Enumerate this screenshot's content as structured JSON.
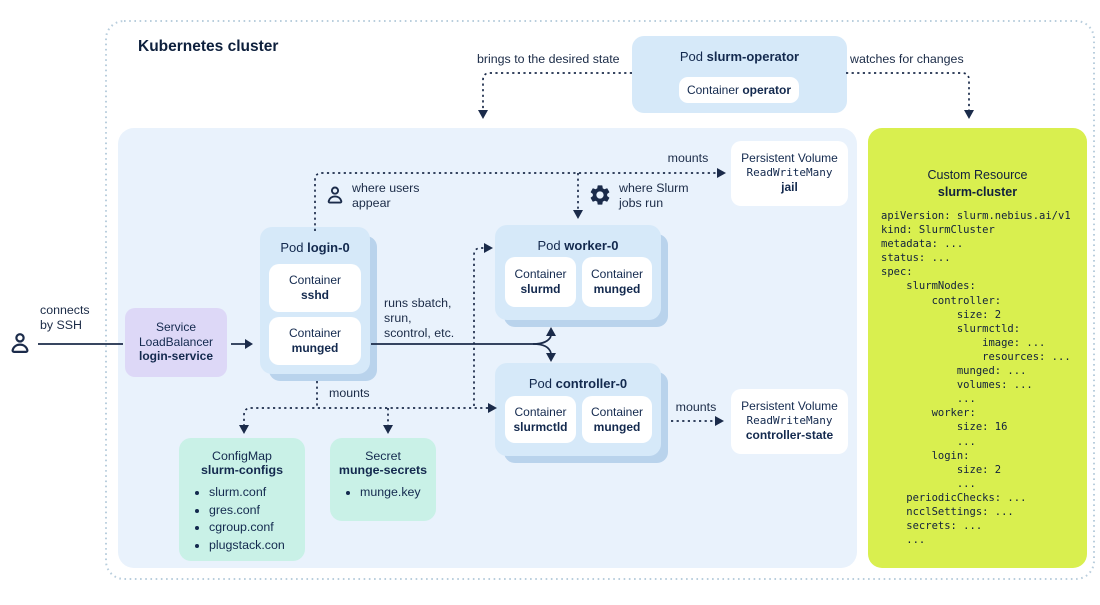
{
  "title": "Kubernetes cluster",
  "labels": {
    "pod_prefix": "Pod",
    "container_prefix": "Container",
    "brings": "brings to the desired state",
    "watches": "watches for changes",
    "where_users_1": "where users",
    "where_users_2": "appear",
    "where_slurm_1": "where Slurm",
    "where_slurm_2": "jobs run",
    "runs_1": "runs sbatch,",
    "runs_2": "srun,",
    "runs_3": "scontrol, etc.",
    "connects_1": "connects",
    "connects_2": "by SSH",
    "mounts": "mounts"
  },
  "operator_pod": {
    "name": "slurm-operator",
    "container": "operator"
  },
  "custom_resource": {
    "kind": "Custom Resource",
    "name": "slurm-cluster",
    "yaml": [
      "apiVersion: slurm.nebius.ai/v1",
      "kind: SlurmCluster",
      "metadata: ...",
      "status: ...",
      "spec:",
      "    slurmNodes:",
      "        controller:",
      "            size: 2",
      "            slurmctld:",
      "                image: ...",
      "                resources: ...",
      "            munged: ...",
      "            volumes: ...",
      "            ...",
      "        worker:",
      "            size: 16",
      "            ...",
      "        login:",
      "            size: 2",
      "            ...",
      "    periodicChecks: ...",
      "    ncclSettings: ...",
      "    secrets: ...",
      "    ..."
    ]
  },
  "volumes": {
    "jail": {
      "kind": "Persistent Volume",
      "access_mode": "ReadWriteMany",
      "name": "jail"
    },
    "controller_state": {
      "kind": "Persistent Volume",
      "access_mode": "ReadWriteMany",
      "name": "controller-state"
    }
  },
  "service": {
    "kind": "Service",
    "type": "LoadBalancer",
    "name": "login-service"
  },
  "pods": {
    "login": {
      "name": "login-0",
      "containers": [
        "sshd",
        "munged"
      ]
    },
    "worker": {
      "name": "worker-0",
      "containers": [
        "slurmd",
        "munged"
      ]
    },
    "controller": {
      "name": "controller-0",
      "containers": [
        "slurmctld",
        "munged"
      ]
    }
  },
  "configmap": {
    "kind": "ConfigMap",
    "name": "slurm-configs",
    "files": [
      "slurm.conf",
      "gres.conf",
      "cgroup.conf",
      "plugstack.con"
    ]
  },
  "secret": {
    "kind": "Secret",
    "name": "munge-secrets",
    "files": [
      "munge.key"
    ]
  },
  "colors": {
    "accent_yellow": "#d9ef4f",
    "pod_blue": "#d6e9f9",
    "pod_shadow_blue": "#b9d3ec",
    "region_blue": "#e9f2fc",
    "service_purple": "#ddd8f7",
    "config_mint": "#c9f1e7",
    "ink_navy": "#13294e"
  }
}
